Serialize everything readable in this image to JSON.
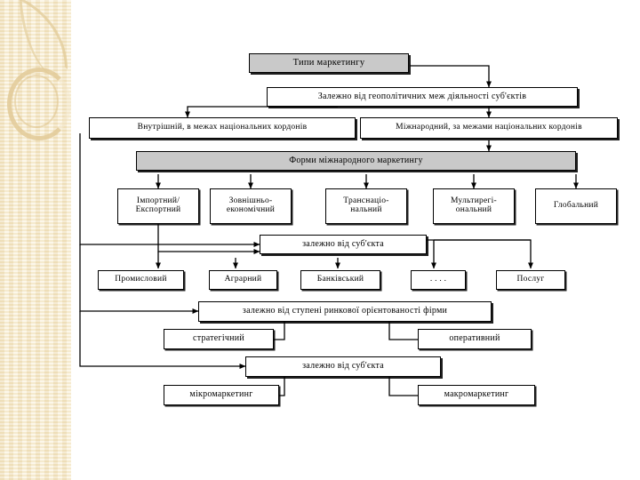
{
  "slide": {
    "title": "Типи маркетингу",
    "language": "uk",
    "background_color": "#ffffff",
    "decor_band_color": "#f5e9cd",
    "node_fill": "#ffffff",
    "node_accent_fill": "#c9c9c9",
    "line_color": "#000000"
  },
  "nodes": {
    "root": "Типи маркетингу",
    "geo_criterion": "Залежно від геополітичних меж діяльності суб'єктів",
    "domestic": "Внутрішній, в межах національних кордонів",
    "international": "Міжнародний, за межами національних кордонів",
    "forms_header": "Форми міжнародного маркетингу",
    "form_import_export_l1": "Імпортний/",
    "form_import_export_l2": "Експортний",
    "form_foreign_econ_l1": "Зовнішньо-",
    "form_foreign_econ_l2": "економічний",
    "form_transnational_l1": "Транснаціо-",
    "form_transnational_l2": "нальний",
    "form_multiregional_l1": "Мультирегі-",
    "form_multiregional_l2": "ональний",
    "form_global": "Глобальний",
    "subject_criterion_1": "залежно від суб'єкта",
    "subject_industrial": "Промисловий",
    "subject_agrarian": "Аграрний",
    "subject_banking": "Банківський",
    "subject_ellipsis": ". . . .",
    "subject_services": "Послуг",
    "orientation_criterion": "залежно від ступені ринкової орієнтованості фірми",
    "orientation_strategic": "стратегічний",
    "orientation_operational": "оперативний",
    "subject_criterion_2": "залежно від суб'єкта",
    "scale_micro": "мікромаркетинг",
    "scale_macro": "макромаркетинг"
  },
  "chart_data": {
    "type": "diagram",
    "title": "Типи маркетингу",
    "orientation": "top-down hierarchy with criterion bars",
    "levels": [
      {
        "level": 1,
        "kind": "root",
        "items": [
          "Типи маркетингу"
        ]
      },
      {
        "level": 2,
        "kind": "criterion",
        "items": [
          "Залежно від геополітичних меж діяльності суб'єктів"
        ]
      },
      {
        "level": 3,
        "kind": "category",
        "items": [
          "Внутрішній, в межах національних кордонів",
          "Міжнародний, за межами національних кордонів"
        ]
      },
      {
        "level": 4,
        "kind": "criterion",
        "items": [
          "Форми міжнародного маркетингу"
        ]
      },
      {
        "level": 5,
        "kind": "category",
        "items": [
          "Імпортний/Експортний",
          "Зовнішньоекономічний",
          "Транснаціональний",
          "Мультирегіональний",
          "Глобальний"
        ]
      },
      {
        "level": 6,
        "kind": "criterion",
        "items": [
          "залежно від суб'єкта"
        ]
      },
      {
        "level": 7,
        "kind": "category",
        "items": [
          "Промисловий",
          "Аграрний",
          "Банківський",
          ". . . .",
          "Послуг"
        ]
      },
      {
        "level": 8,
        "kind": "criterion",
        "items": [
          "залежно від ступені ринкової орієнтованості фірми"
        ]
      },
      {
        "level": 9,
        "kind": "category",
        "items": [
          "стратегічний",
          "оперативний"
        ]
      },
      {
        "level": 10,
        "kind": "criterion",
        "items": [
          "залежно від суб'єкта"
        ]
      },
      {
        "level": 11,
        "kind": "category",
        "items": [
          "мікромаркетинг",
          "макромаркетинг"
        ]
      }
    ]
  }
}
